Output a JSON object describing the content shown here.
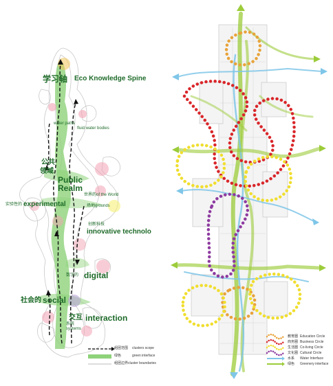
{
  "left": {
    "labels": {
      "spine_cn": "学习轴",
      "spine_en": "Eco Knowledge Spine",
      "water_paths": "water paths",
      "fluid_water": "fluid water bodies",
      "public_cn_1": "公共",
      "public_cn_2": "领域",
      "public_en_1": "Public",
      "public_en_2": "Realm",
      "world_cn": "世界的",
      "world_en": "of the World",
      "experimental_cn": "实验性的",
      "experimental_en": "experimental",
      "grounds_cn": "场地",
      "grounds_en": "grounds",
      "innovative_cn": "创新科技",
      "innovative_en": "innovative technolo",
      "digital_cn": "数字的",
      "digital_en": "digital",
      "social_cn": "社会的",
      "social_en": "social",
      "interaction_cn": "交互",
      "interaction_en": "interaction",
      "systems_cn": "系统",
      "systems_en": "systems"
    },
    "legend": [
      {
        "cn": "组团范围",
        "en": "clusters scope"
      },
      {
        "cn": "绿色",
        "en": "green interface"
      },
      {
        "cn": "组团边界",
        "en": "cluster boundaries"
      }
    ]
  },
  "right": {
    "legend": [
      {
        "cn": "教育圈",
        "en": "Education Circle",
        "color": "#e8a33a"
      },
      {
        "cn": "商务圈",
        "en": "Business Circle",
        "color": "#d9262a"
      },
      {
        "cn": "生活圈",
        "en": "Co-living Circle",
        "color": "#f0de2e"
      },
      {
        "cn": "文化圈",
        "en": "Cultural Circle",
        "color": "#8e3ba0"
      },
      {
        "cn": "水系",
        "en": "Water Interface",
        "color": "#7fc6e8"
      },
      {
        "cn": "绿色",
        "en": "Greenery interface",
        "color": "#9ccc3a"
      }
    ]
  },
  "colors": {
    "green_spine": "#8ed27a",
    "dark_green_text": "#1f6b2a",
    "water_blue": "#7fc6e8",
    "education_orange": "#e8a33a",
    "business_red": "#d9262a",
    "living_yellow": "#f0de2e",
    "cultural_purple": "#8e3ba0"
  }
}
